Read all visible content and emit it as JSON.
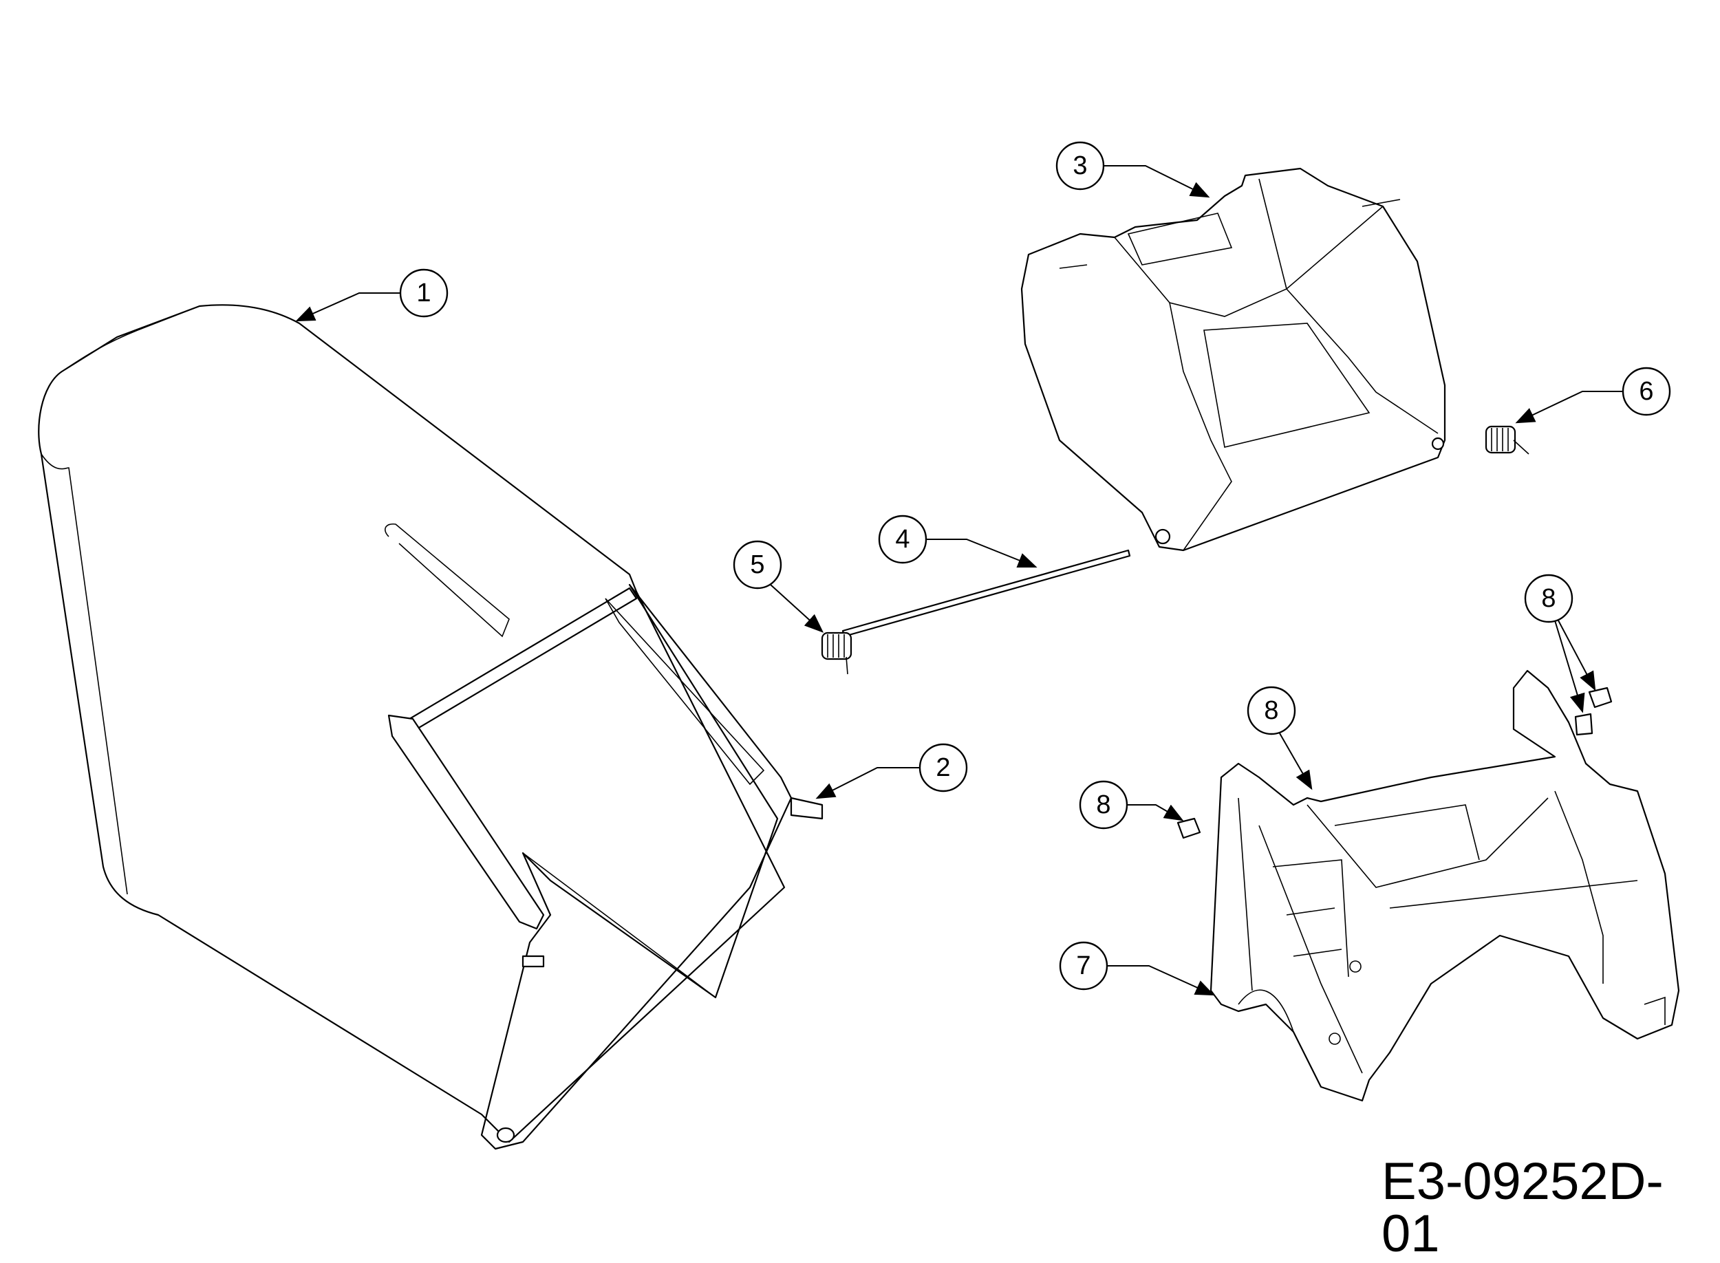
{
  "diagram": {
    "drawing_code": "E3-09252D-01",
    "callouts": [
      {
        "label": "1",
        "part": "grass-bag"
      },
      {
        "label": "2",
        "part": "bag-frame-pin"
      },
      {
        "label": "3",
        "part": "discharge-flap"
      },
      {
        "label": "4",
        "part": "flap-rod"
      },
      {
        "label": "5",
        "part": "torsion-spring-left"
      },
      {
        "label": "6",
        "part": "torsion-spring-right"
      },
      {
        "label": "7",
        "part": "rear-housing"
      },
      {
        "label": "8",
        "part": "nut"
      },
      {
        "label": "8",
        "part": "nut"
      },
      {
        "label": "8",
        "part": "nut"
      }
    ]
  }
}
